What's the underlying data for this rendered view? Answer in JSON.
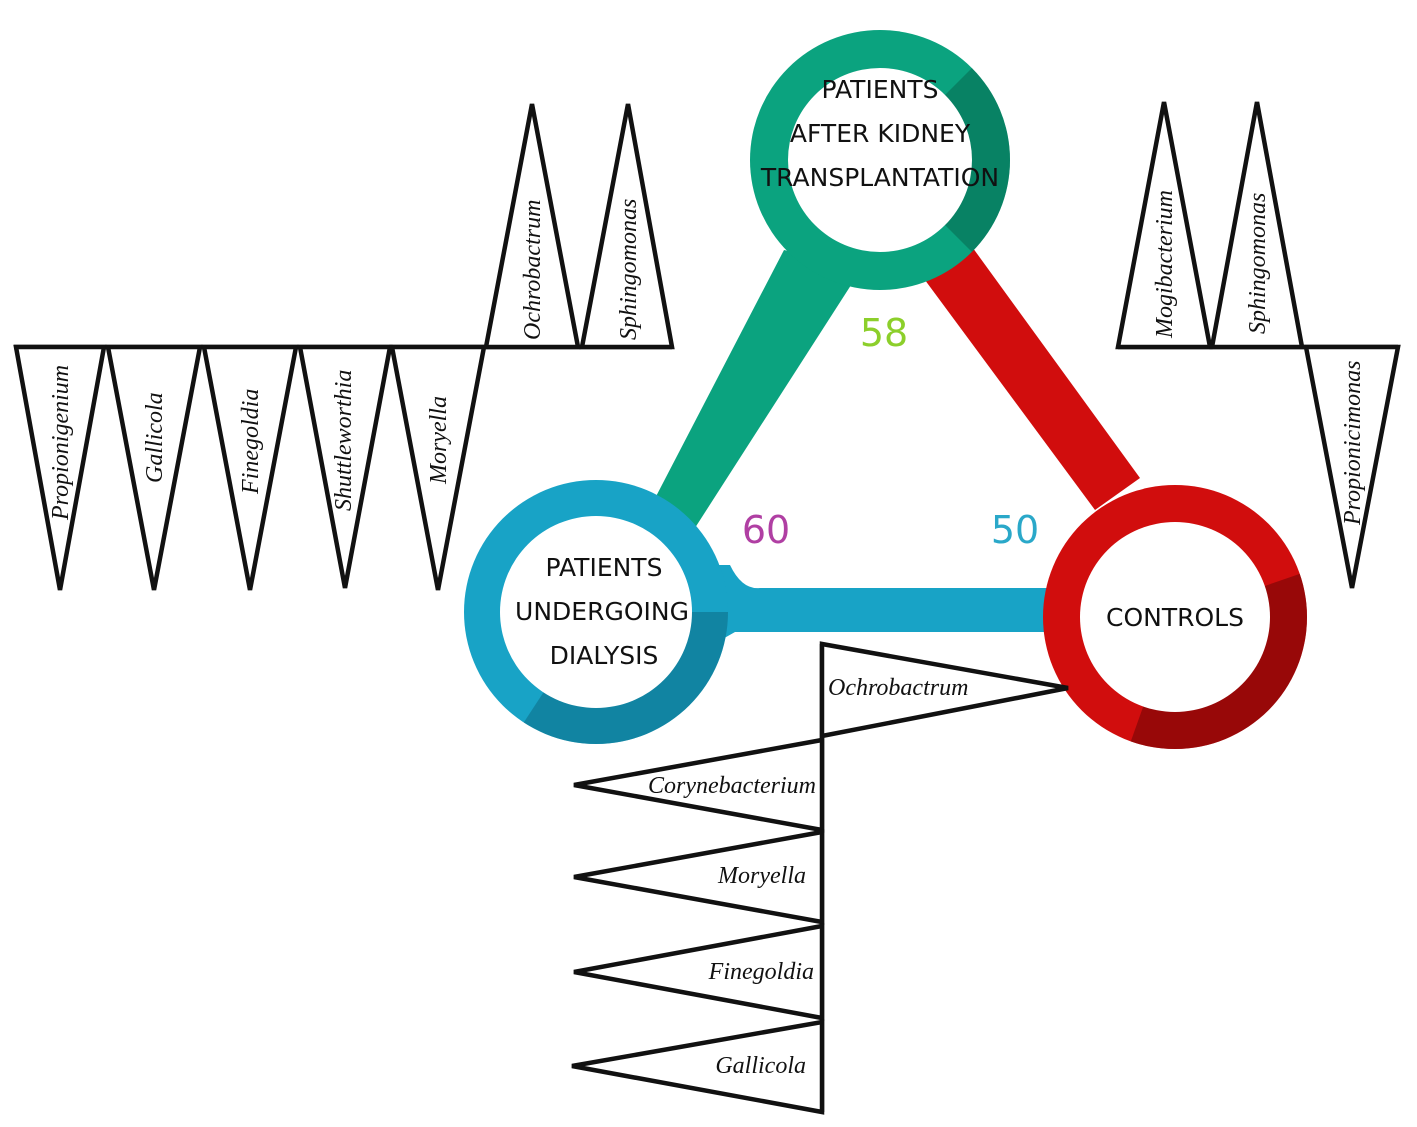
{
  "groups": {
    "transplant": {
      "lines": [
        "PATIENTS",
        "AFTER KIDNEY",
        "TRANSPLANTATION"
      ],
      "color": "#0ba37f",
      "shade": "#07684f"
    },
    "dialysis": {
      "lines": [
        "PATIENTS",
        "UNDERGOING",
        "DIALYSIS"
      ],
      "color": "#18a3c6",
      "shade": "#0e6f8a"
    },
    "controls": {
      "lines": [
        "CONTROLS"
      ],
      "color": "#d10d0d",
      "shade": "#7a0606"
    }
  },
  "overlaps": {
    "transplant_controls": {
      "value": "58",
      "color": "#8ccf2b"
    },
    "transplant_dialysis": {
      "value": "60",
      "color": "#b03fa3"
    },
    "dialysis_controls": {
      "value": "50",
      "color": "#2aa8c9"
    }
  },
  "genera": {
    "left_down": [
      "Propionigenium",
      "Gallicola",
      "Finegoldia",
      "Shuttleworthia",
      "Moryella"
    ],
    "left_up": [
      "Ochrobactrum",
      "Sphingomonas"
    ],
    "right_up": [
      "Mogibacterium",
      "Sphingomonas"
    ],
    "right_down": [
      "Propionicimonas"
    ],
    "bottom_right": [
      "Ochrobactrum"
    ],
    "bottom_left": [
      "Corynebacterium",
      "Moryella",
      "Finegoldia",
      "Gallicola"
    ]
  }
}
